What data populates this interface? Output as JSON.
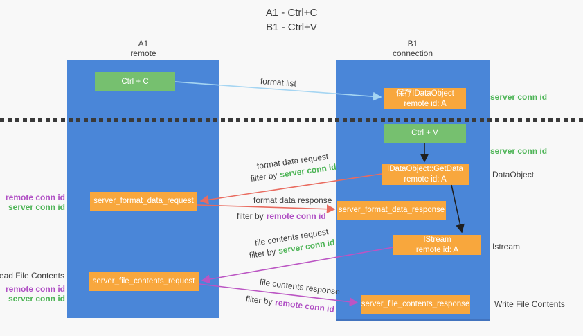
{
  "title": {
    "line1": "A1 - Ctrl+C",
    "line2": "B1 - Ctrl+V"
  },
  "columns": {
    "left": {
      "id": "A1",
      "role": "remote"
    },
    "right": {
      "id": "B1",
      "role": "connection"
    }
  },
  "nodes": {
    "ctrl_c": "Ctrl + C",
    "ctrl_v": "Ctrl + V",
    "save_dataobject": {
      "line1": "保存IDataObject",
      "line2": "remote id: A"
    },
    "getdata": {
      "line1": "IDataObject::GetData",
      "line2": "remote id: A"
    },
    "istream": {
      "line1": "IStream",
      "line2": "remote id: A"
    },
    "format_request": "server_format_data_request",
    "format_response": "server_format_data_response",
    "file_request": "server_file_contents_request",
    "file_response": "server_file_contents_response"
  },
  "edge_labels": {
    "format_list": "format list",
    "format_data_request": "format data request",
    "filter_server_1": {
      "prefix": "filter by",
      "key": "server conn id"
    },
    "format_data_response": "format data response",
    "filter_remote_1": {
      "prefix": "filter by",
      "key": "remote conn id"
    },
    "file_contents_request": "file contents request",
    "filter_server_2": {
      "prefix": "filter by",
      "key": "server conn id"
    },
    "file_contents_response": "file contents response",
    "filter_remote_2": {
      "prefix": "filter by",
      "key": "remote conn id"
    }
  },
  "side_labels": {
    "server_conn_top": "server conn id",
    "server_conn_mid": "server conn id",
    "dataobject": "DataObject",
    "istream": "Istream",
    "write_file": "Write File Contents",
    "read_file": "Read File Contents",
    "left_remote_conn_1": "remote conn id",
    "left_server_conn_1": "server conn id",
    "left_remote_conn_2": "remote conn id",
    "left_server_conn_2": "server conn id"
  },
  "colors": {
    "background": "#f8f8f8",
    "column_blue": "#4a86d8",
    "green_box": "#76c06f",
    "orange_box": "#f8a73d",
    "arrow_light_blue": "#a5d5f2",
    "arrow_red": "#e96b5f",
    "arrow_magenta": "#bb55c3",
    "arrow_black": "#1f1f1f",
    "text_green": "#4db456",
    "text_purple": "#b04fc4",
    "text_dark": "#3c3c3c"
  }
}
